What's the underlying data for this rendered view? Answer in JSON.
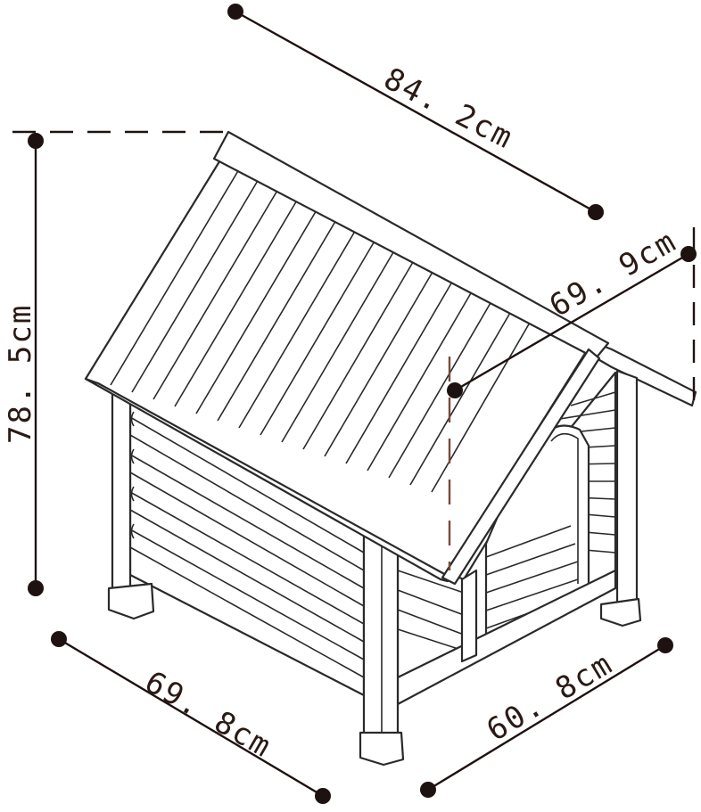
{
  "dimensions": {
    "roof_length": "84. 2cm",
    "roof_depth": "69. 9cm",
    "height": "78. 5cm",
    "base_width": "69. 8cm",
    "base_depth": "60. 8cm"
  },
  "colors": {
    "dimension": "#1e1210",
    "drawing": "#2a2a2a",
    "accent_dash": "#7a4a3a"
  }
}
